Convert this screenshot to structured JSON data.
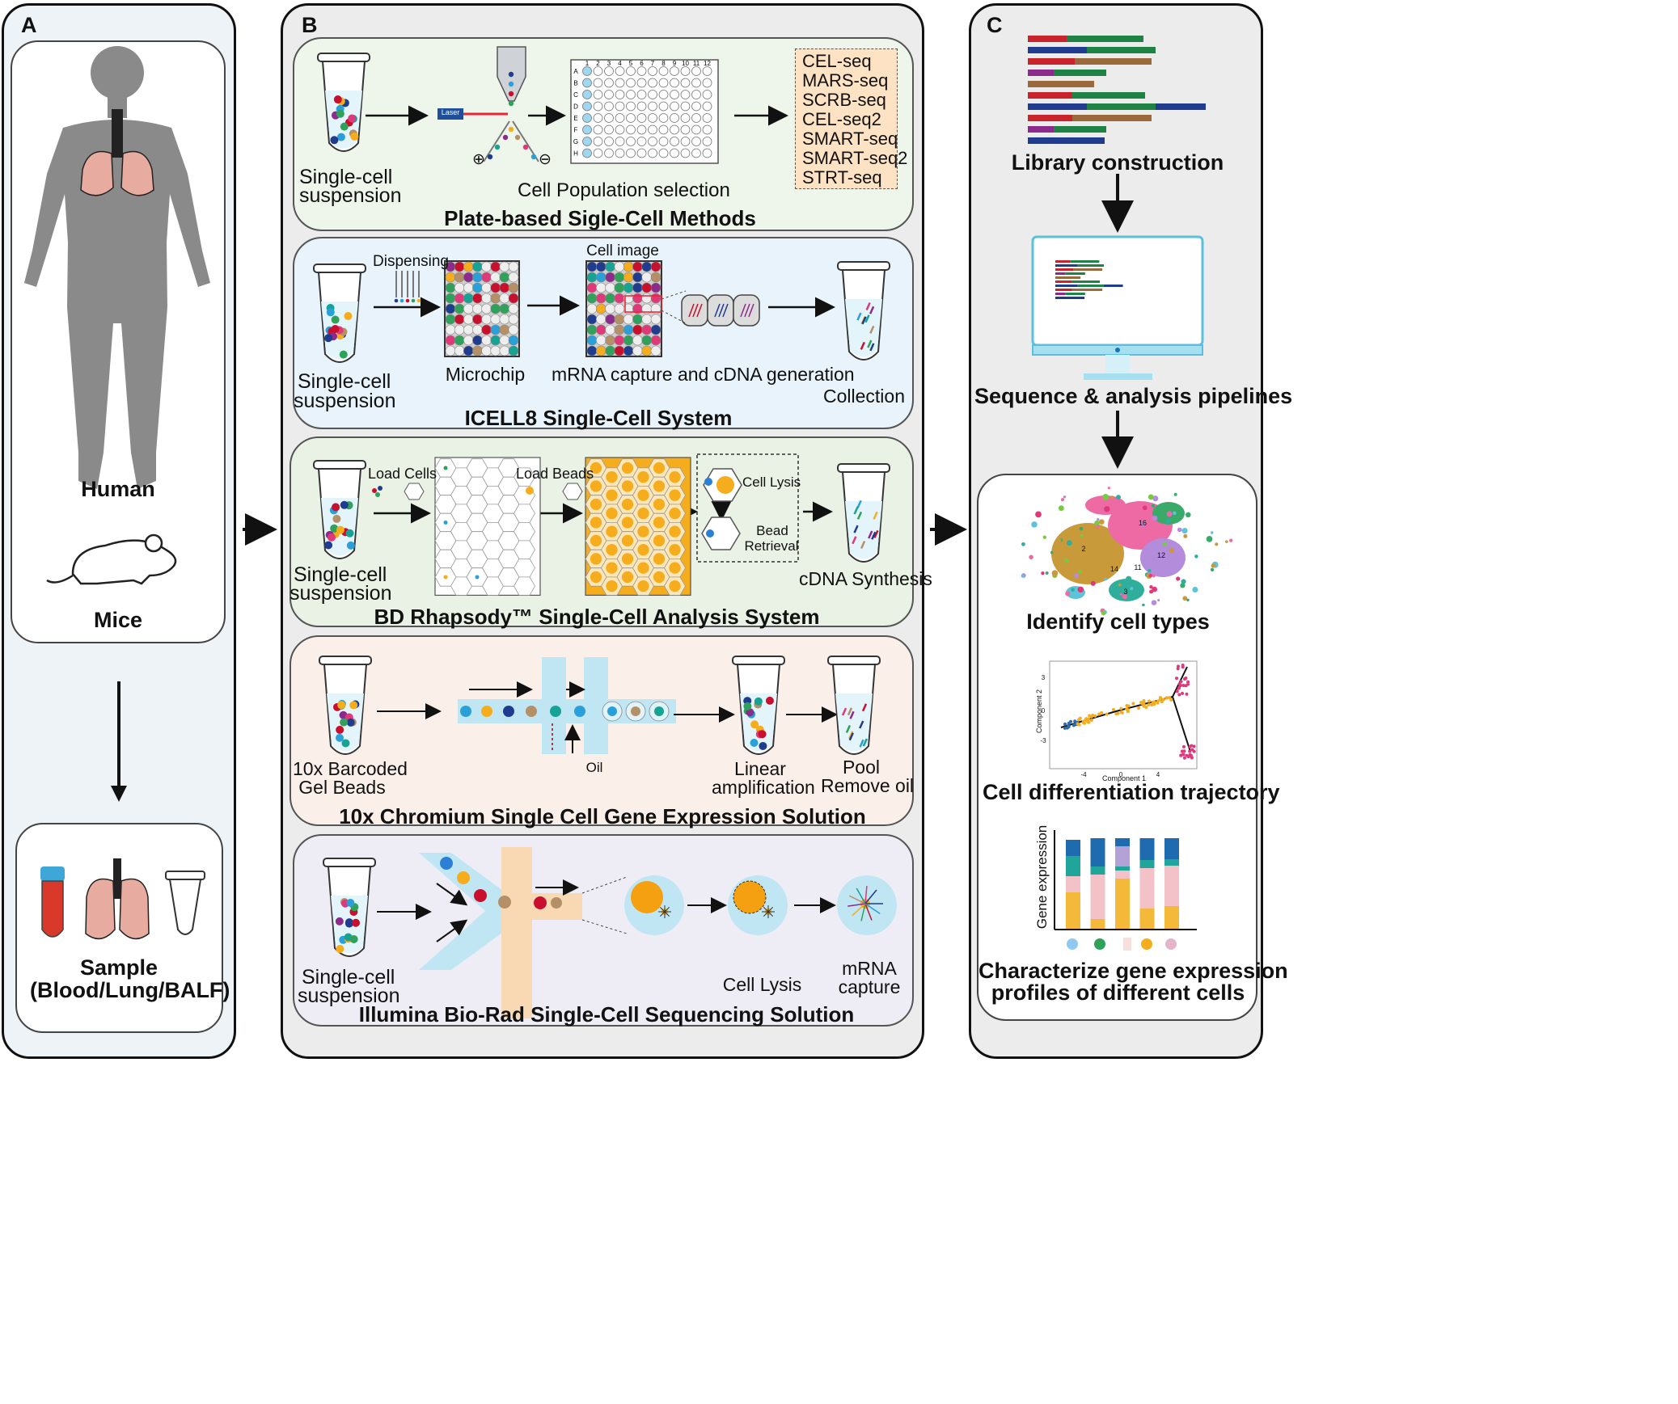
{
  "panel_a": {
    "label": "A",
    "human_label": "Human",
    "mice_label": "Mice",
    "sample_label_line1": "Sample",
    "sample_label_line2": "(Blood/Lung/BALF)"
  },
  "panel_b": {
    "label": "B",
    "plate": {
      "title": "Plate-based Sigle-Cell Methods",
      "tube_caption_1": "Single-cell",
      "tube_caption_2": "suspension",
      "laser_label": "Laser",
      "plus_sign": "⊕",
      "minus_sign": "⊖",
      "selection_caption": "Cell Population selection",
      "plate_cols": [
        "1",
        "2",
        "3",
        "4",
        "5",
        "6",
        "7",
        "8",
        "9",
        "10",
        "11",
        "12"
      ],
      "plate_rows": [
        "A",
        "B",
        "C",
        "D",
        "E",
        "F",
        "G",
        "H"
      ],
      "methods": [
        "CEL-seq",
        "MARS-seq",
        "SCRB-seq",
        "CEL-seq2",
        "SMART-seq",
        "SMART-seq2",
        "STRT-seq"
      ]
    },
    "icell8": {
      "title": "ICELL8 Single-Cell System",
      "tube_caption_1": "Single-cell",
      "tube_caption_2": "suspension",
      "dispensing": "Dispensing",
      "microchip": "Microchip",
      "cell_image": "Cell image",
      "capture": "mRNA capture and cDNA generation",
      "collection": "Collection"
    },
    "bd": {
      "title": "BD Rhapsody™ Single-Cell Analysis System",
      "tube_caption_1": "Single-cell",
      "tube_caption_2": "suspension",
      "load_cells": "Load Cells",
      "load_beads": "Load Beads",
      "cell_lysis": "Cell Lysis",
      "bead_1": "Bead",
      "bead_2": "Retrieval",
      "cdna": "cDNA Synthesis"
    },
    "chromium": {
      "title": "10x Chromium Single Cell Gene Expression Solution",
      "tube_caption_1": "10x Barcoded",
      "tube_caption_2": "Gel Beads",
      "oil": "Oil",
      "linear_1": "Linear",
      "linear_2": "amplification",
      "pool_1": "Pool",
      "pool_2": "Remove oil"
    },
    "biorad": {
      "title": "Illumina Bio-Rad Single-Cell Sequencing Solution",
      "tube_caption_1": "Single-cell",
      "tube_caption_2": "suspension",
      "cell_lysis": "Cell Lysis",
      "mrna_1": "mRNA",
      "mrna_2": "capture"
    }
  },
  "panel_c": {
    "label": "C",
    "library": "Library construction",
    "pipelines": "Sequence & analysis pipelines",
    "identify": "Identify cell types",
    "cluster_numbers": [
      "2",
      "16",
      "12",
      "11",
      "14",
      "3"
    ],
    "trajectory": "Cell differentiation trajectory",
    "traj_xlabel": "Component 1",
    "traj_ylabel": "Component 2",
    "traj_yticks": [
      "3",
      "0",
      "-3"
    ],
    "traj_xticks": [
      "-4",
      "0",
      "4"
    ],
    "expr_ylabel": "Gene expression",
    "characterize_1": "Characterize gene expression",
    "characterize_2": "profiles of different cells"
  },
  "colors": {
    "panel_bg": "#eef3f7",
    "plate_bg": "#eef5ea",
    "icell_bg": "#e8f3fb",
    "bd_bg": "#e9f2e4",
    "chromium_bg": "#fbefea",
    "biorad_bg": "#eeedf5",
    "methods_box": "#fde2c4",
    "lung": "#e8aba0",
    "channel": "#bfe6f2",
    "bead_orange": "#f5ad1d",
    "bar_red": "#c9232b",
    "bar_green": "#1e8345",
    "bar_blue": "#1f3c8f",
    "bar_brown": "#9a6a3d",
    "bar_purple": "#8c2b8c"
  }
}
